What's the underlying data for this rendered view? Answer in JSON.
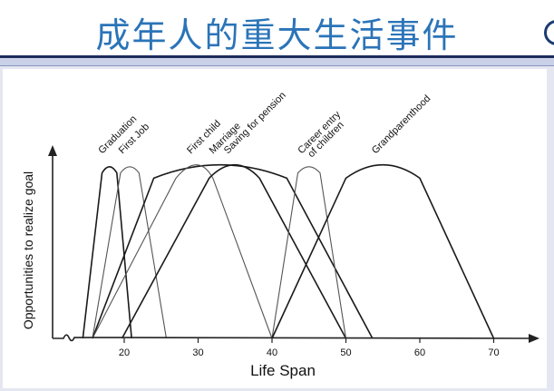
{
  "slide_title": "成年人的重大生活事件",
  "chart_data": {
    "type": "line",
    "title": "",
    "xlabel": "Life Span",
    "ylabel": "Opportunities to realize goal",
    "xticks": [
      20,
      30,
      40,
      50,
      60,
      70
    ],
    "xlim": [
      10,
      75
    ],
    "ylim": [
      0,
      1
    ],
    "grid": false,
    "series": [
      {
        "name": "Graduation",
        "points": [
          [
            14.4,
            0
          ],
          [
            17,
            0.95
          ],
          [
            19,
            0.95
          ],
          [
            21,
            0
          ]
        ]
      },
      {
        "name": "First Job",
        "points": [
          [
            15.7,
            0
          ],
          [
            19.5,
            0.95
          ],
          [
            22,
            0.95
          ],
          [
            25.7,
            0
          ]
        ]
      },
      {
        "name": "Marriage",
        "points": [
          [
            15.7,
            0
          ],
          [
            24,
            0.92
          ],
          [
            33,
            1.0
          ],
          [
            42,
            0.92
          ],
          [
            53.6,
            0
          ]
        ]
      },
      {
        "name": "First child",
        "points": [
          [
            15.7,
            0
          ],
          [
            27,
            0.92
          ],
          [
            30,
            1.0
          ],
          [
            32,
            0.92
          ],
          [
            40,
            0
          ]
        ]
      },
      {
        "name": "Saving for pension",
        "points": [
          [
            19.7,
            0
          ],
          [
            31.5,
            0.92
          ],
          [
            35,
            1.0
          ],
          [
            38.3,
            0.92
          ],
          [
            50,
            0
          ]
        ]
      },
      {
        "name": "Career entry of children",
        "labels": [
          "Career entry",
          "of children"
        ],
        "points": [
          [
            40,
            0
          ],
          [
            43.5,
            0.95
          ],
          [
            46.5,
            0.95
          ],
          [
            50,
            0
          ]
        ]
      },
      {
        "name": "Grandparenthood",
        "points": [
          [
            40,
            0
          ],
          [
            50,
            0.92
          ],
          [
            55,
            1.0
          ],
          [
            60,
            0.92
          ],
          [
            70,
            0
          ]
        ]
      }
    ]
  }
}
